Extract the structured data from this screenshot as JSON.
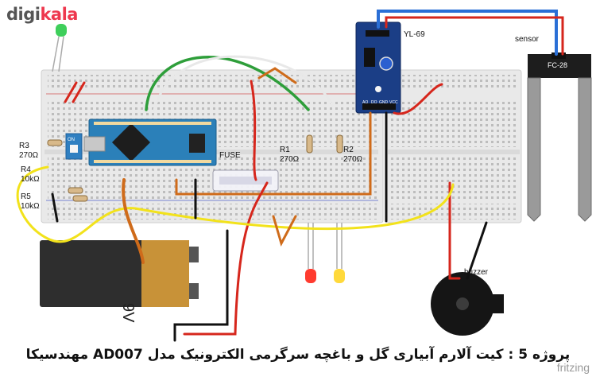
{
  "brand": {
    "part1": "digi",
    "part2": "kala"
  },
  "labels": {
    "sensor_title": "sensor",
    "sensor_model": "FC-28",
    "module_model": "YL-69",
    "module_pins": [
      "AO",
      "DO",
      "GND",
      "VCC"
    ],
    "fuse": "FUSE",
    "r1_name": "R1",
    "r1_value": "270Ω",
    "r2_name": "R2",
    "r2_value": "270Ω",
    "r3_name": "R3",
    "r3_value": "270Ω",
    "r4_name": "R4",
    "r4_value": "10kΩ",
    "r5_name": "R5",
    "r5_value": "10kΩ",
    "buzzer": "buzzer",
    "battery": "9V",
    "switch_on": "ON"
  },
  "caption": "پروژه 5 : کیت آلارم آبیاری گل و باغچه سرگرمی الکترونیک مدل AD007 مهندسیکا",
  "footer": "fritzing",
  "colors": {
    "breadboard": "#e9e9e9",
    "arduino": "#2b80b9",
    "module": "#1b3e86",
    "wire_red": "#d6261c",
    "wire_black": "#111111",
    "wire_green": "#2e9e3a",
    "wire_yellow": "#f2e21b",
    "wire_orange": "#cf6b1a",
    "wire_blue": "#2a6fd6",
    "wire_white": "#e8e8e8",
    "battery_body": "#c89238",
    "battery_cap": "#2e2e2e"
  }
}
